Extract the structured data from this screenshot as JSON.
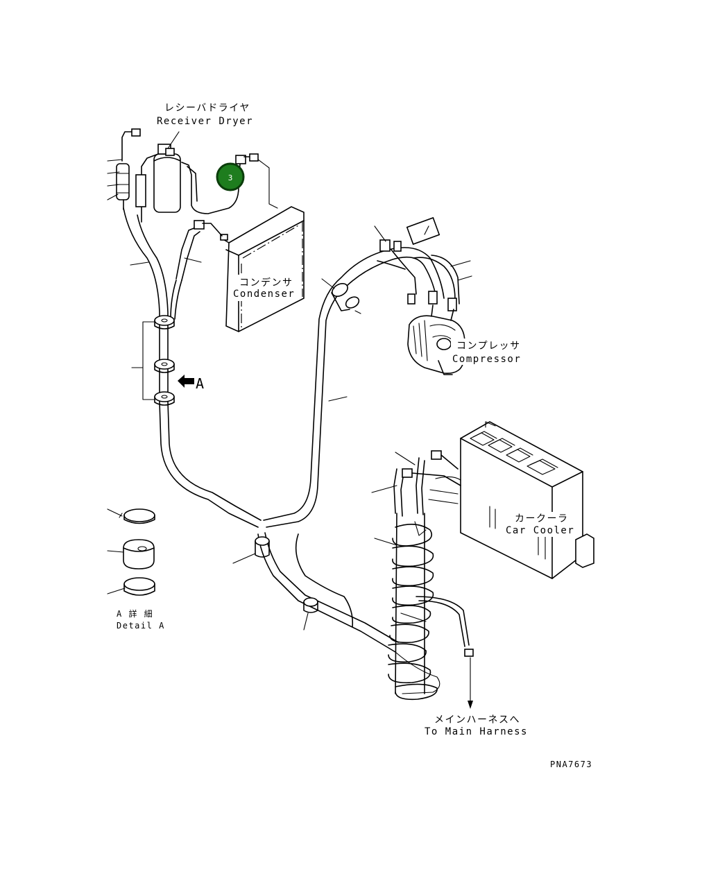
{
  "labels": {
    "receiver_dryer_jp": "レシーバドライヤ",
    "receiver_dryer_en": "Receiver Dryer",
    "condenser_jp": "コンデンサ",
    "condenser_en": "Condenser",
    "compressor_jp": "コンプレッサ",
    "compressor_en": "Compressor",
    "car_cooler_jp": "カークーラ",
    "car_cooler_en": "Car Cooler",
    "detail_a_jp": "A 詳 細",
    "detail_a_en": "Detail A",
    "view_arrow": "A",
    "main_harness_jp": "メインハーネスへ",
    "main_harness_en": "To Main Harness",
    "drawing_code": "PNA7673"
  },
  "callout": {
    "number": "3",
    "color": "#1e7d1e",
    "ring_color": "#0b3d0b"
  }
}
